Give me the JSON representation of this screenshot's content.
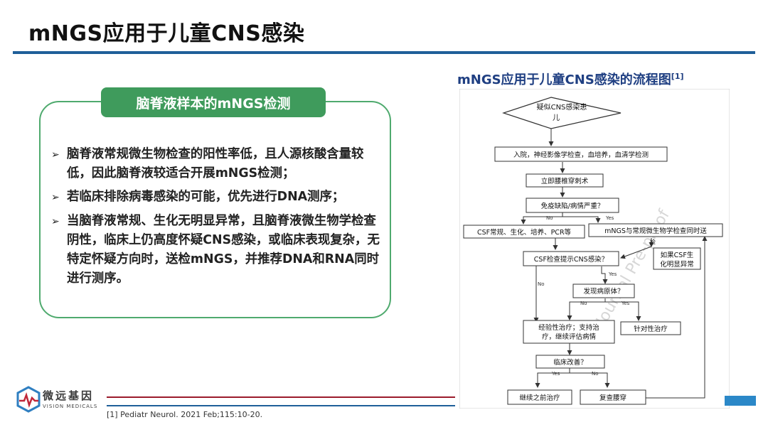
{
  "slide": {
    "title": "mNGS应用于儿童CNS感染"
  },
  "left_panel": {
    "header": "脑脊液样本的mNGS检测",
    "bullets": [
      "脑脊液常规微生物检查的阳性率低，且人源核酸含量较低，因此脑脊液较适合开展mNGS检测；",
      "若临床排除病毒感染的可能，优先进行DNA测序；",
      "当脑脊液常规、生化无明显异常，且脑脊液微生物学检查阴性，临床上仍高度怀疑CNS感染，或临床表现复杂，无特定怀疑方向时，送检mNGS，并推荐DNA和RNA同时进行测序。"
    ]
  },
  "flowchart": {
    "title": "mNGS应用于儿童CNS感染的流程图",
    "title_ref": "[1]",
    "watermark": "Journal Pre-proof",
    "nodes": {
      "start_line1": "疑似CNS感染患",
      "start_line2": "儿",
      "admit": "入院，神经影像学检查，血培养，血清学检测",
      "lp": "立即腰椎穿刺术",
      "immuno": "免疫缺陷/病情严重？",
      "csf_routine": "CSF常规、生化、培养、PCR等",
      "mngs_parallel": "mNGS与常规微生物学检查同时送",
      "mngs_parallel_cont": "检",
      "csf_indicates": "CSF检查提示CNS感染？",
      "if_csf_line1": "如果CSF生",
      "if_csf_line2": "化明显异常",
      "pathogen": "发现病原体？",
      "empiric_line1": "经验性治疗；支持治",
      "empiric_line2": "疗，继续评估病情",
      "targeted": "针对性治疗",
      "improve": "临床改善？",
      "continue": "继续之前治疗",
      "repeat_lp": "复查腰穿"
    },
    "edge_labels": {
      "no": "No",
      "yes": "Yes"
    }
  },
  "footer": {
    "logo_cn": "微远基因",
    "logo_en": "VISION MEDICALS",
    "reference": "[1] Pediatr Neurol. 2021 Feb;115:10-20."
  },
  "colors": {
    "title_rule": "#1f5f99",
    "box_border": "#4faa6e",
    "box_header": "#3f9b5c",
    "flow_title": "#1f3f82",
    "footer_red": "#9b1b2b",
    "footer_blue": "#1f5f99",
    "blue_tab": "#2b88c8"
  }
}
